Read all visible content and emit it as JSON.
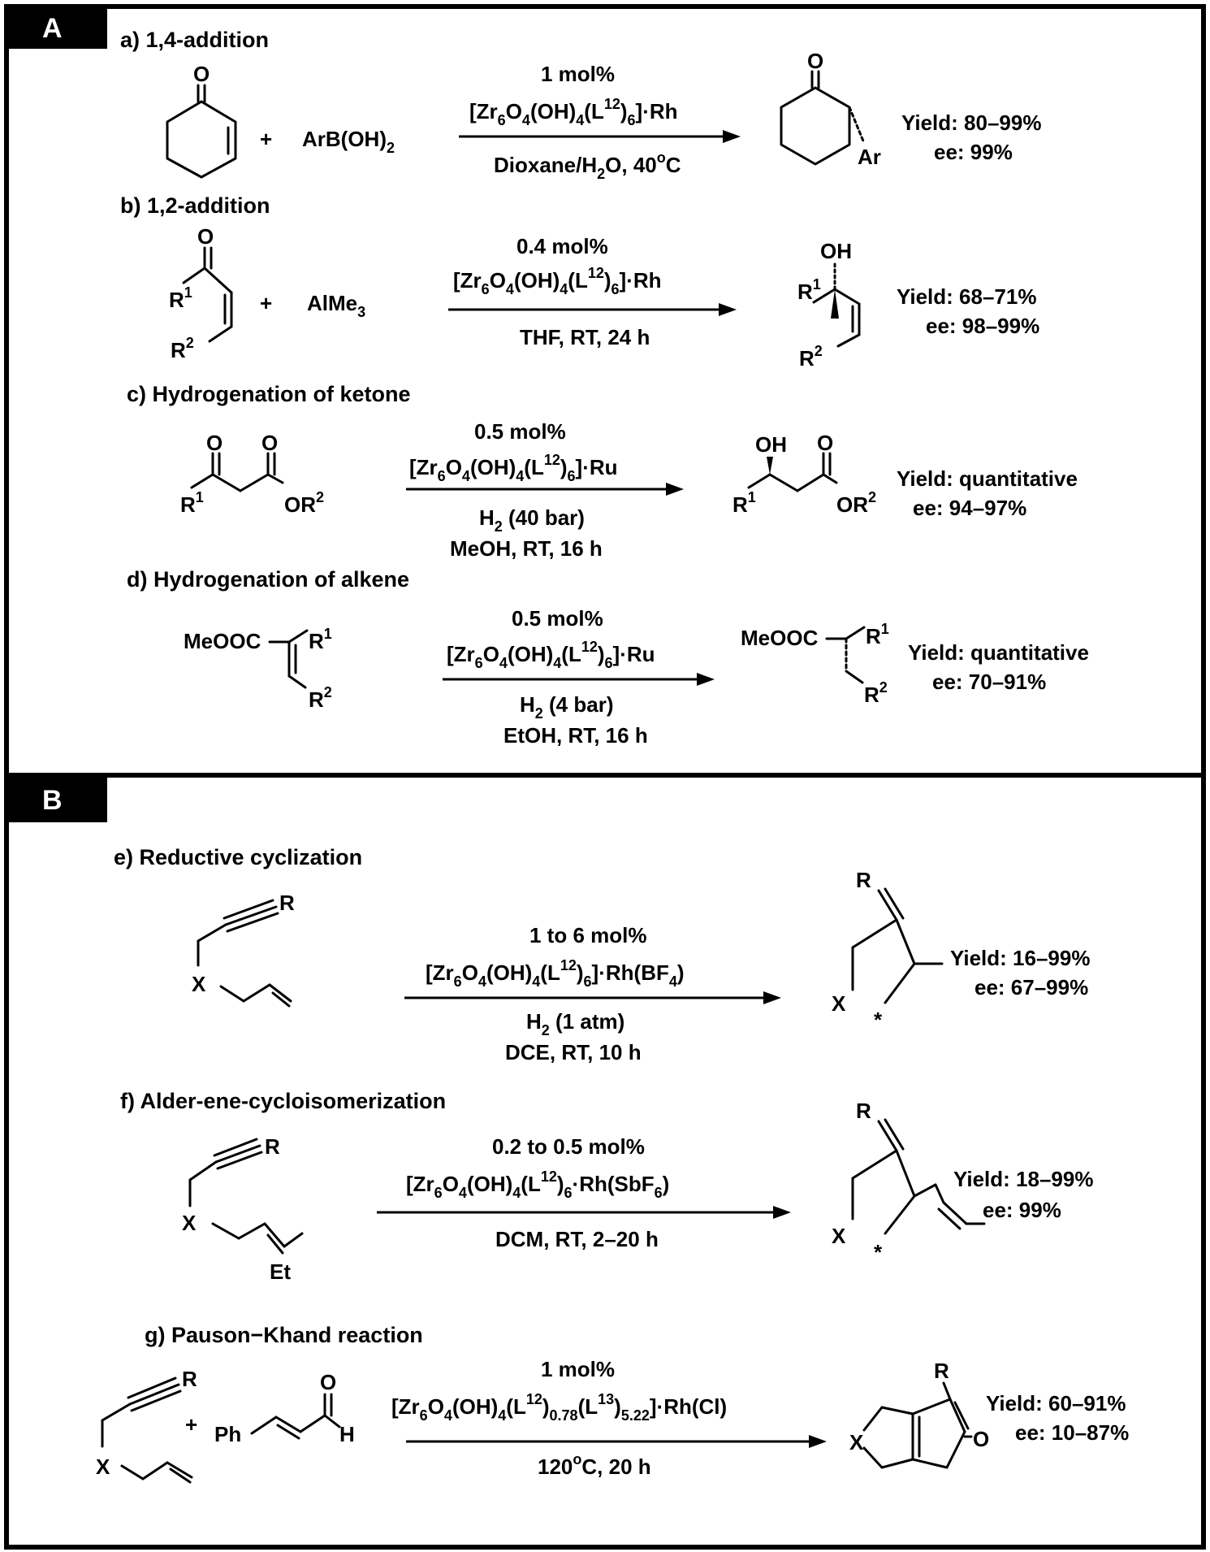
{
  "panels": {
    "a": "A",
    "b": "B"
  },
  "reactions": {
    "a": {
      "title": "a)  1,4-addition",
      "reagent": "ArB(OH)",
      "reagent_sub": "2",
      "loading": "1 mol%",
      "solvent": "Dioxane/H",
      "solvent_sub": "2",
      "solvent_tail": "O, 40",
      "solvent_sup": "o",
      "solvent_end": "C",
      "product_sub": "Ar",
      "yield": "Yield: 80–99%",
      "ee": "ee: 99%"
    },
    "b": {
      "title": "b)  1,2-addition",
      "reagent": "AlMe",
      "reagent_sub": "3",
      "loading": "0.4 mol%",
      "cond1": "THF, RT, 24 h",
      "yield": "Yield: 68–71%",
      "ee": "ee: 98–99%"
    },
    "c": {
      "title": "c)   Hydrogenation of ketone",
      "loading": "0.5 mol%",
      "cond1": "H",
      "cond1_sub": "2",
      "cond1_tail": " (40 bar)",
      "cond2": "MeOH, RT, 16 h",
      "yield": "Yield: quantitative",
      "ee": "ee: 94–97%"
    },
    "d": {
      "title": "d)   Hydrogenation of alkene",
      "loading": "0.5 mol%",
      "cond1": "H",
      "cond1_sub": "2",
      "cond1_tail": " (4 bar)",
      "cond2": "EtOH, RT, 16 h",
      "ester": "MeOOC",
      "yield": "Yield: quantitative",
      "ee": "ee: 70–91%"
    },
    "e": {
      "title": "e)   Reductive cyclization",
      "loading": "1 to 6 mol%",
      "cat_tail": "·Rh(BF",
      "cat_tail_sub": "4",
      "cat_end": ")",
      "cond1": "H",
      "cond1_sub": "2",
      "cond1_tail": " (1 atm)",
      "cond2": "DCE, RT, 10 h",
      "yield": "Yield: 16–99%",
      "ee": "ee: 67–99%"
    },
    "f": {
      "title": "f) Alder-ene-cycloisomerization",
      "loading": "0.2 to 0.5 mol%",
      "cat_tail": "·Rh(SbF",
      "cat_tail_sub": "6",
      "cat_end": ")",
      "cond1": "DCM, RT, 2–20 h",
      "et": "Et",
      "yield": "Yield: 18–99%",
      "ee": "ee: 99%"
    },
    "g": {
      "title": "g) Pauson−Khand reaction",
      "loading": "1 mol%",
      "cat_tail": "·Rh(Cl)",
      "cond1": "120",
      "cond1_sup": "o",
      "cond1_tail": "C, 20 h",
      "ph": "Ph",
      "h": "H",
      "yield": "Yield: 60–91%",
      "ee": "ee: 10–87%"
    }
  },
  "labels": {
    "O": "O",
    "OH": "OH",
    "OR": "OR",
    "R": "R",
    "R1": "R",
    "R2": "R",
    "sup1": "1",
    "sup2": "2",
    "X": "X",
    "star": "*",
    "plus": "+",
    "cat": "[Zr",
    "cat2": "6",
    "cat3": "O",
    "cat4": "4",
    "cat5": "(OH)",
    "cat6": "4",
    "cat7": "(L",
    "cat8": "12",
    "cat9": ")",
    "cat10": "6",
    "cat11": "]",
    "rh": "·Rh",
    "ru": "·Ru",
    "l13": "13",
    "g078": "0.78",
    "g522": "5.22"
  }
}
